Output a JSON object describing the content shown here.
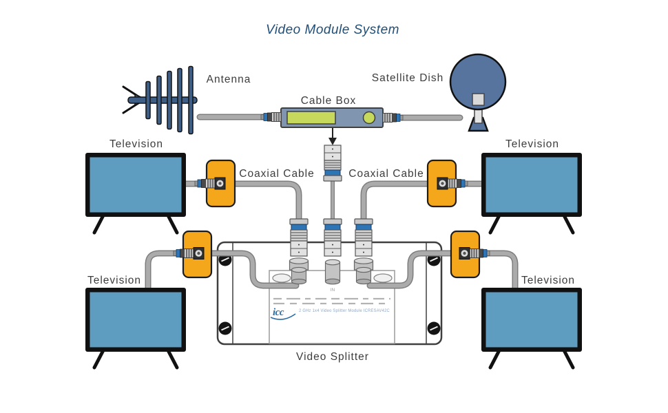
{
  "title": "Video Module System",
  "labels": {
    "antenna": "Antenna",
    "satellite_dish": "Satellite Dish",
    "cable_box": "Cable Box",
    "coaxial_cable_left": "Coaxial Cable",
    "coaxial_cable_right": "Coaxial Cable",
    "tv_top_left": "Television",
    "tv_top_right": "Television",
    "tv_bottom_left": "Television",
    "tv_bottom_right": "Television",
    "video_splitter": "Video Splitter"
  },
  "splitter": {
    "brand": "icc",
    "module_text": "2 GHz 1x4 Video Splitter Module ICRESAV42C",
    "input_port": "IN"
  },
  "colors": {
    "title_text": "#1F4E79",
    "label_text": "#3C3C3C",
    "tv_screen": "#5E9CC0",
    "satellite_dish_blue": "#56749E",
    "antenna_blue": "#3E5E86",
    "wall_plate_orange": "#F5A71C",
    "cable_gray": "#ABABAB",
    "connector_band_blue": "#2E75B6",
    "cable_box_body": "#8095B0",
    "display_green": "#C6D95C",
    "brand_blue": "#2B6CA8",
    "module_text_blue": "#8FA6C4"
  }
}
